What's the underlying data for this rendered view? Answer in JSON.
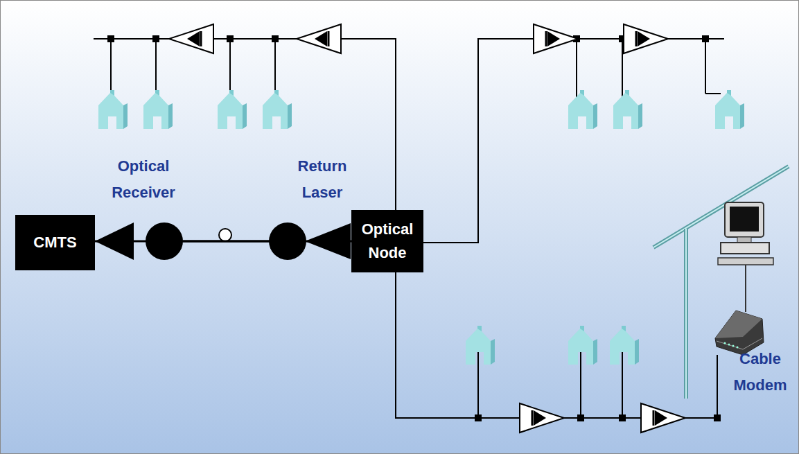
{
  "diagram": {
    "nodes": [
      {
        "text": [
          "CMTS"
        ]
      },
      {
        "text": [
          "Optical Node"
        ]
      }
    ],
    "edges": [
      {
        "from": 1,
        "to": 0,
        "arrow": "to"
      }
    ],
    "labels": [
      "Optical Receiver",
      "Return Laser",
      "Cable Modem"
    ]
  }
}
